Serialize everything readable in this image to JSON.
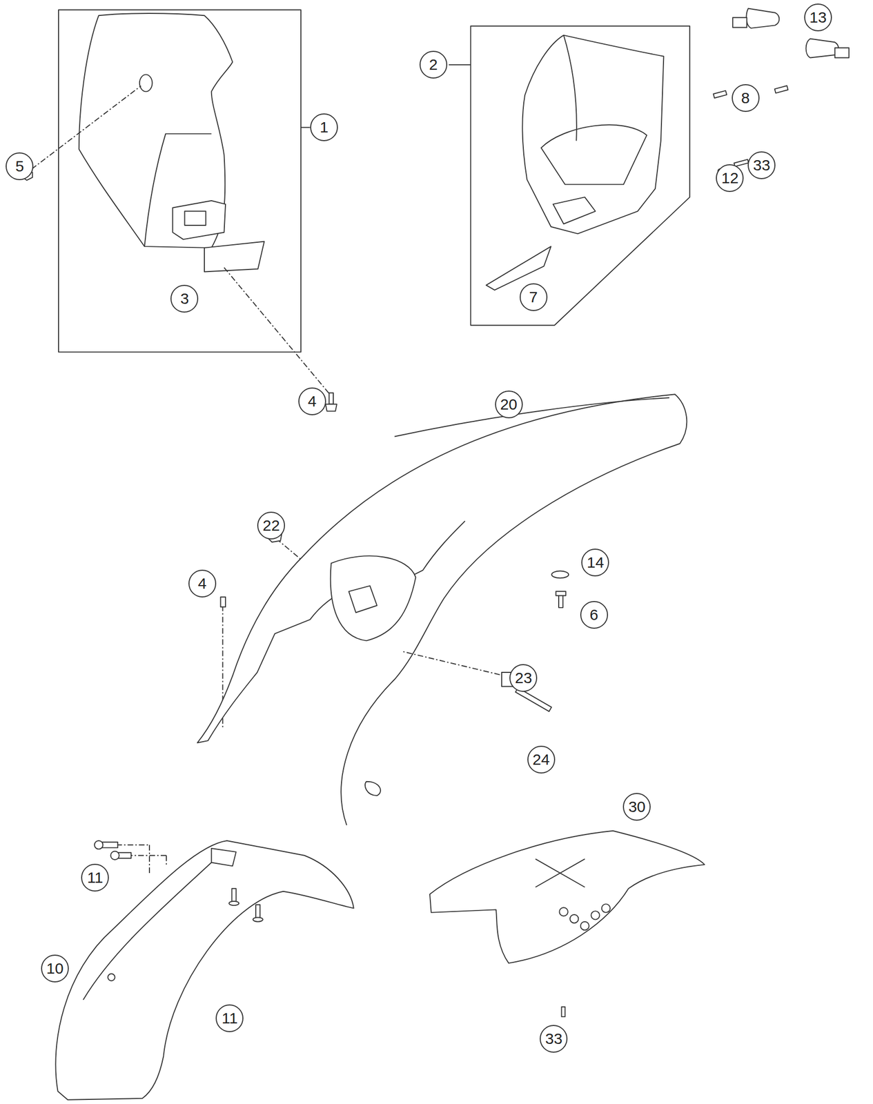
{
  "diagram": {
    "labels": [
      "13",
      "2",
      "1",
      "8",
      "5",
      "12",
      "33",
      "3",
      "7",
      "4",
      "20",
      "22",
      "14",
      "4",
      "6",
      "23",
      "24",
      "30",
      "11",
      "10",
      "11",
      "33"
    ]
  }
}
